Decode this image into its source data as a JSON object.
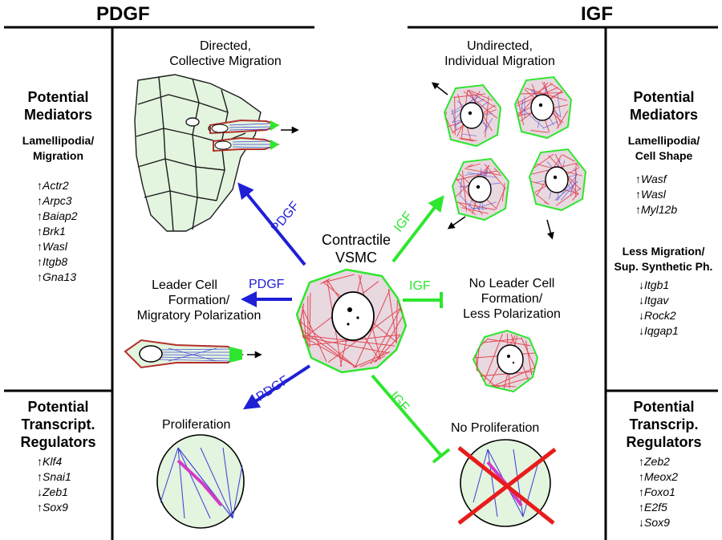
{
  "headers": {
    "left": "PDGF",
    "right": "IGF"
  },
  "left_panel": {
    "mediators_title": [
      "Potential",
      "Mediators"
    ],
    "mediators_subtitle": [
      "Lamellipodia/",
      "Migration"
    ],
    "genes": [
      {
        "arrow": "↑",
        "name": "Actr2"
      },
      {
        "arrow": "↑",
        "name": "Arpc3"
      },
      {
        "arrow": "↑",
        "name": "Baiap2"
      },
      {
        "arrow": "↑",
        "name": "Brk1"
      },
      {
        "arrow": "↑",
        "name": "Wasl"
      },
      {
        "arrow": "↑",
        "name": "Itgb8"
      },
      {
        "arrow": "↑",
        "name": "Gna13"
      }
    ],
    "regulators_title": [
      "Potential",
      "Transcript.",
      "Regulators"
    ],
    "regulators": [
      {
        "arrow": "↑",
        "name": "Klf4"
      },
      {
        "arrow": "↑",
        "name": "Snai1"
      },
      {
        "arrow": "↓",
        "name": "Zeb1"
      },
      {
        "arrow": "↑",
        "name": "Sox9"
      }
    ]
  },
  "right_panel": {
    "mediators_title": [
      "Potential",
      "Mediators"
    ],
    "mediators_subtitle": [
      "Lamellipodia/",
      "Cell Shape"
    ],
    "genes": [
      {
        "arrow": "↑",
        "name": "Wasf"
      },
      {
        "arrow": "↑",
        "name": "Wasl"
      },
      {
        "arrow": "↑",
        "name": "Myl12b"
      }
    ],
    "less_title": [
      "Less Migration/",
      "Sup. Synthetic Ph."
    ],
    "less_genes": [
      {
        "arrow": "↓",
        "name": "Itgb1"
      },
      {
        "arrow": "↓",
        "name": "Itgav"
      },
      {
        "arrow": "↓",
        "name": "Rock2"
      },
      {
        "arrow": "↓",
        "name": "Iqgap1"
      }
    ],
    "regulators_title": [
      "Potential",
      "Transcrip.",
      "Regulators"
    ],
    "regulators": [
      {
        "arrow": "↑",
        "name": "Zeb2"
      },
      {
        "arrow": "↑",
        "name": "Meox2"
      },
      {
        "arrow": "↑",
        "name": "Foxo1"
      },
      {
        "arrow": "↑",
        "name": "E2f5"
      },
      {
        "arrow": "↓",
        "name": "Sox9"
      }
    ]
  },
  "center": {
    "cell_label": [
      "Contractile",
      "VSMC"
    ],
    "pdgf_migration": [
      "Directed,",
      "Collective Migration"
    ],
    "pdgf_leader": [
      "Leader Cell",
      "Formation/",
      "Migratory Polarization"
    ],
    "pdgf_prolif": "Proliferation",
    "igf_migration": [
      "Undirected,",
      "Individual Migration"
    ],
    "igf_leader": [
      "No Leader Cell",
      "Formation/",
      "Less Polarization"
    ],
    "igf_prolif": "No Proliferation",
    "arrow_labels": {
      "pdgf": "PDGF",
      "igf": "IGF"
    }
  },
  "colors": {
    "pdgf": "#1f1fd6",
    "igf": "#2ee62e",
    "cell_fill": "#e3f4df",
    "actin": "#e0303a",
    "tubulin": "#3c3cd8",
    "inhibit_cross": "#e81c1c"
  }
}
